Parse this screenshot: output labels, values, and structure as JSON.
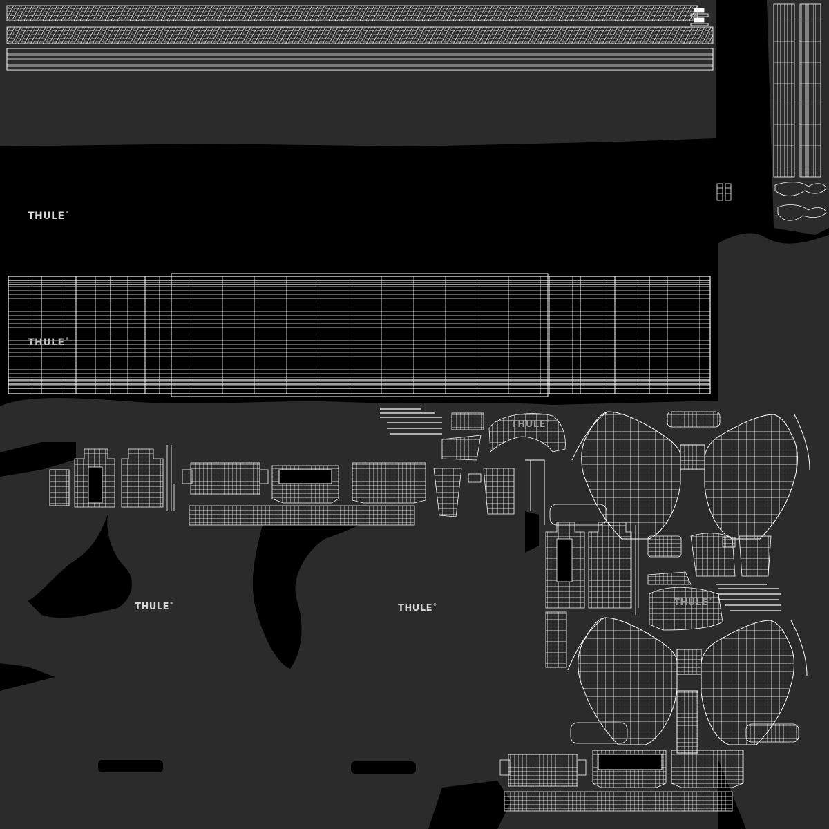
{
  "texture": {
    "logos": [
      {
        "text": "THULE"
      },
      {
        "text": "THULE"
      },
      {
        "text": "THULE"
      },
      {
        "text": "THULE"
      },
      {
        "text": "THULE"
      },
      {
        "text": "THULE"
      }
    ],
    "colors": {
      "background": "#000000",
      "texture": "#2a2a2a",
      "texture_light": "#333333",
      "wire": "#ffffff",
      "logo": "#d8d8d8"
    }
  }
}
